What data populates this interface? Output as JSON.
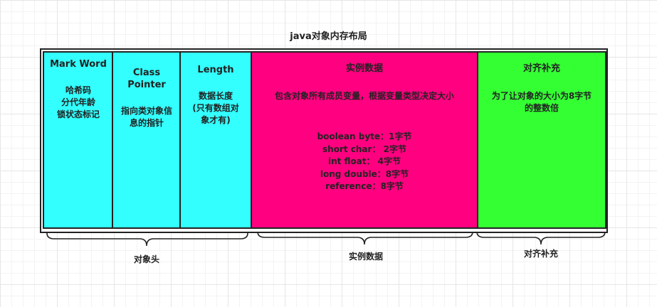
{
  "title": "java对象内存布局",
  "cells": {
    "mark_word": {
      "header": "Mark Word",
      "body": "哈希码\n分代年龄\n锁状态标记"
    },
    "class_pointer": {
      "header": "Class\nPointer",
      "body": "指向类对象信\n息的指针"
    },
    "length": {
      "header": "Length",
      "body": "数据长度\n(只有数组对\n象才有)"
    },
    "instance_data": {
      "header": "实例数据",
      "description": "包含对象所有成员变量，根据变量类型决定大小",
      "types": "boolean byte：1字节\nshort char： 2字节\nint float： 4字节\nlong double：8字节\nreference：8字节"
    },
    "padding": {
      "header": "对齐补充",
      "body": "为了让对象的大小为8字节\n的整数倍"
    }
  },
  "braces": {
    "object_header": "对象头",
    "instance_data": "实例数据",
    "padding": "对齐补充"
  },
  "colors": {
    "cyan": "#33ffff",
    "pink": "#ff0080",
    "green": "#33ff33"
  }
}
